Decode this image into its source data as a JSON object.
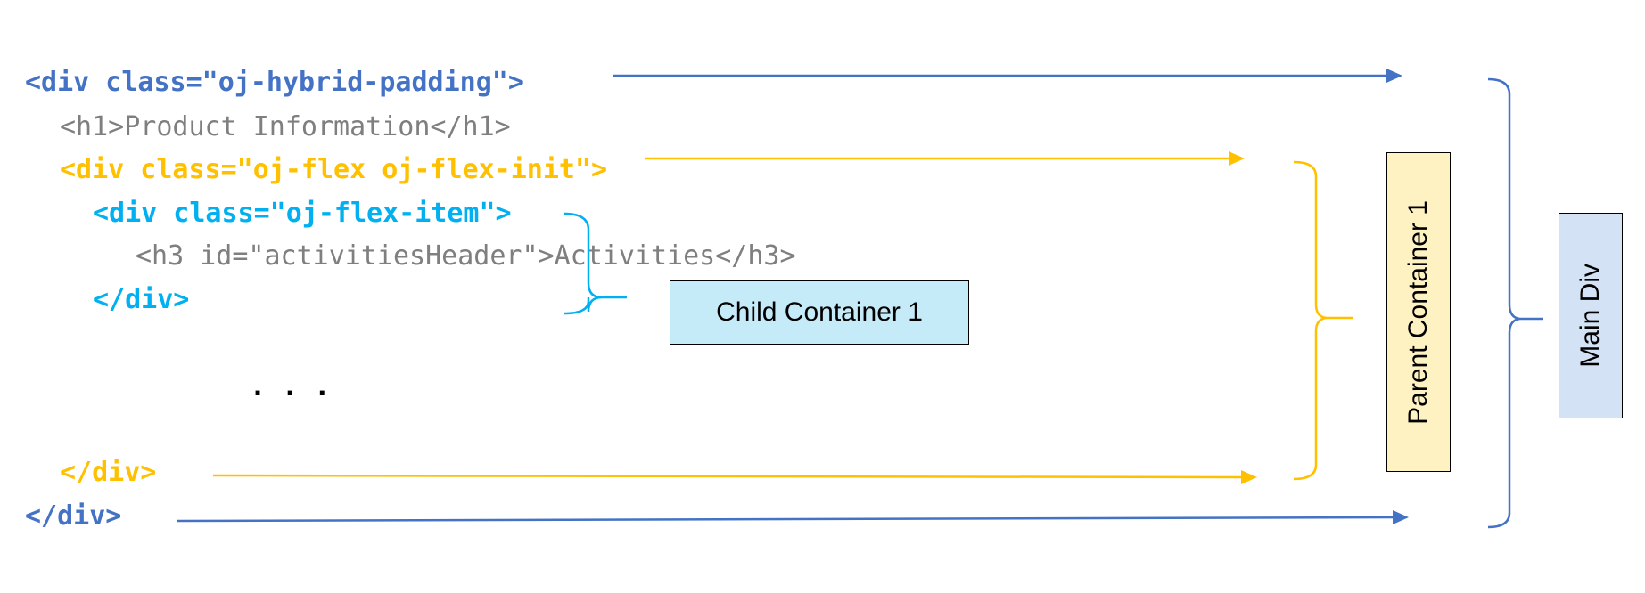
{
  "code_lines": {
    "main_open": "<div class=\"oj-hybrid-padding\">",
    "h1": "<h1>Product Information</h1>",
    "parent_open": "<div class=\"oj-flex oj-flex-init\">",
    "child_open": "<div class=\"oj-flex-item\">",
    "h3": "<h3 id=\"activitiesHeader\">Activities</h3>",
    "child_close": "</div>",
    "ellipsis": ". . .",
    "parent_close": "</div>",
    "main_close": "</div>"
  },
  "labels": {
    "child": "Child Container 1",
    "parent": "Parent Container 1",
    "main": "Main Div"
  },
  "colors": {
    "main": "#4472c4",
    "parent": "#ffc000",
    "child": "#00b0f0",
    "gray": "#7f7f7f"
  }
}
